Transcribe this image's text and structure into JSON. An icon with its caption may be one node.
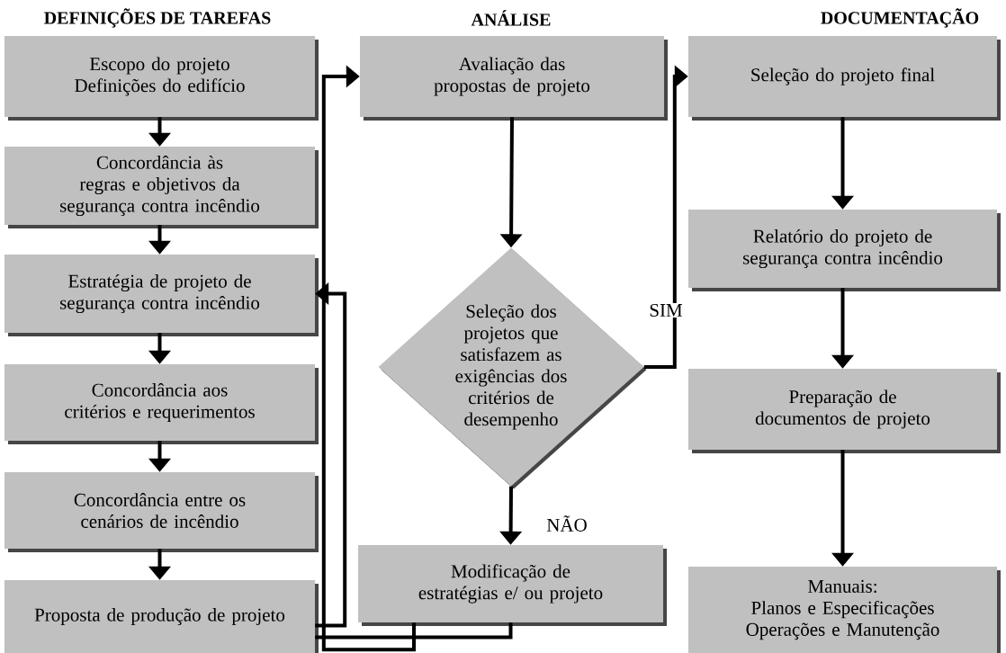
{
  "diagram": {
    "nodes": [
      {
        "text": [
          "Escopo do projeto Definições do edifício"
        ]
      },
      {
        "text": [
          "Concordância às regras e objetivos da segurança contra incêndio"
        ]
      },
      {
        "text": [
          "Estratégia de projeto de segurança contra incêndio"
        ]
      },
      {
        "text": [
          "Concordância aos critérios e requerimentos"
        ]
      },
      {
        "text": [
          "Concordância entre os cenários de incêndio"
        ]
      },
      {
        "text": [
          "Proposta de produção de projeto"
        ]
      },
      {
        "text": [
          "Avaliação das propostas de projeto"
        ]
      },
      {
        "text": [
          "Seleção dos projetos que satisfazem as exigências dos critérios de desempenho"
        ]
      },
      {
        "text": [
          "Modificação de estratégias e/ ou projeto"
        ]
      },
      {
        "text": [
          "Seleção do projeto final"
        ]
      },
      {
        "text": [
          "Relatório do projeto de segurança contra incêndio"
        ]
      },
      {
        "text": [
          "Preparação de documentos de projeto"
        ]
      },
      {
        "text": [
          "Manuais:",
          "Planos e Especificações",
          "Operações e Manutenção"
        ]
      }
    ],
    "edges": [
      {
        "from": 0,
        "to": 1,
        "arrow": "to"
      },
      {
        "from": 1,
        "to": 2,
        "arrow": "to"
      },
      {
        "from": 2,
        "to": 3,
        "arrow": "to"
      },
      {
        "from": 3,
        "to": 4,
        "arrow": "to"
      },
      {
        "from": 4,
        "to": 5,
        "arrow": "to"
      },
      {
        "from": 5,
        "to": 2,
        "arrow": "to"
      },
      {
        "from": 8,
        "to": 6,
        "arrow": "to"
      },
      {
        "from": 5,
        "to": 8,
        "arrow": "none"
      },
      {
        "from": 6,
        "to": 7,
        "arrow": "to"
      },
      {
        "from": 7,
        "to": 8,
        "label": "NÃO",
        "arrow": "to"
      },
      {
        "from": 7,
        "to": 9,
        "label": "SIM",
        "arrow": "to"
      },
      {
        "from": 9,
        "to": 10,
        "arrow": "to"
      },
      {
        "from": 10,
        "to": 11,
        "arrow": "to"
      },
      {
        "from": 11,
        "to": 12,
        "arrow": "to"
      }
    ],
    "labels": [
      "DEFINIÇÕES DE TAREFAS",
      "ANÁLISE",
      "DOCUMENTAÇÃO"
    ]
  }
}
